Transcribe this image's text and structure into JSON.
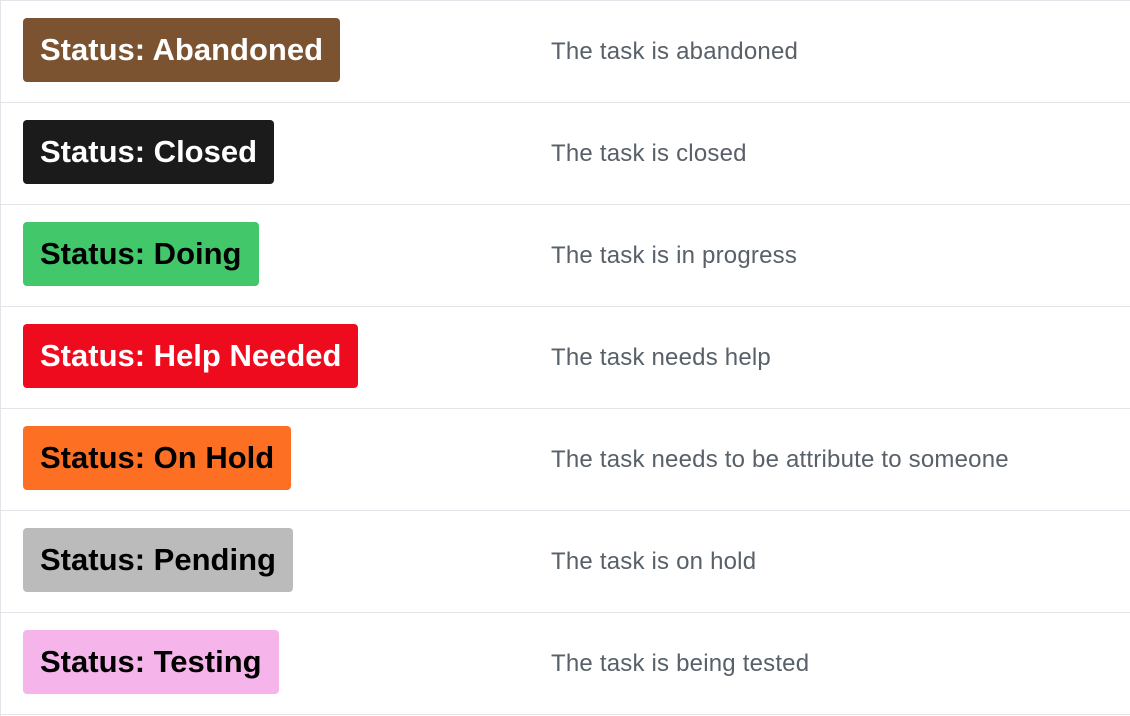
{
  "labels": [
    {
      "name": "Status: Abandoned",
      "description": "The task is abandoned",
      "color": "#7b5330",
      "text_color": "#ffffff"
    },
    {
      "name": "Status: Closed",
      "description": "The task is closed",
      "color": "#1b1b1b",
      "text_color": "#ffffff"
    },
    {
      "name": "Status: Doing",
      "description": "The task is in progress",
      "color": "#42c76a",
      "text_color": "#000000"
    },
    {
      "name": "Status: Help Needed",
      "description": "The task needs help",
      "color": "#ee0b1e",
      "text_color": "#ffffff"
    },
    {
      "name": "Status: On Hold",
      "description": "The task needs to be attribute to someone",
      "color": "#fd6f23",
      "text_color": "#000000"
    },
    {
      "name": "Status: Pending",
      "description": "The task is on hold",
      "color": "#bbbbbb",
      "text_color": "#000000"
    },
    {
      "name": "Status: Testing",
      "description": "The task is being tested",
      "color": "#f6b5ea",
      "text_color": "#000000"
    }
  ]
}
